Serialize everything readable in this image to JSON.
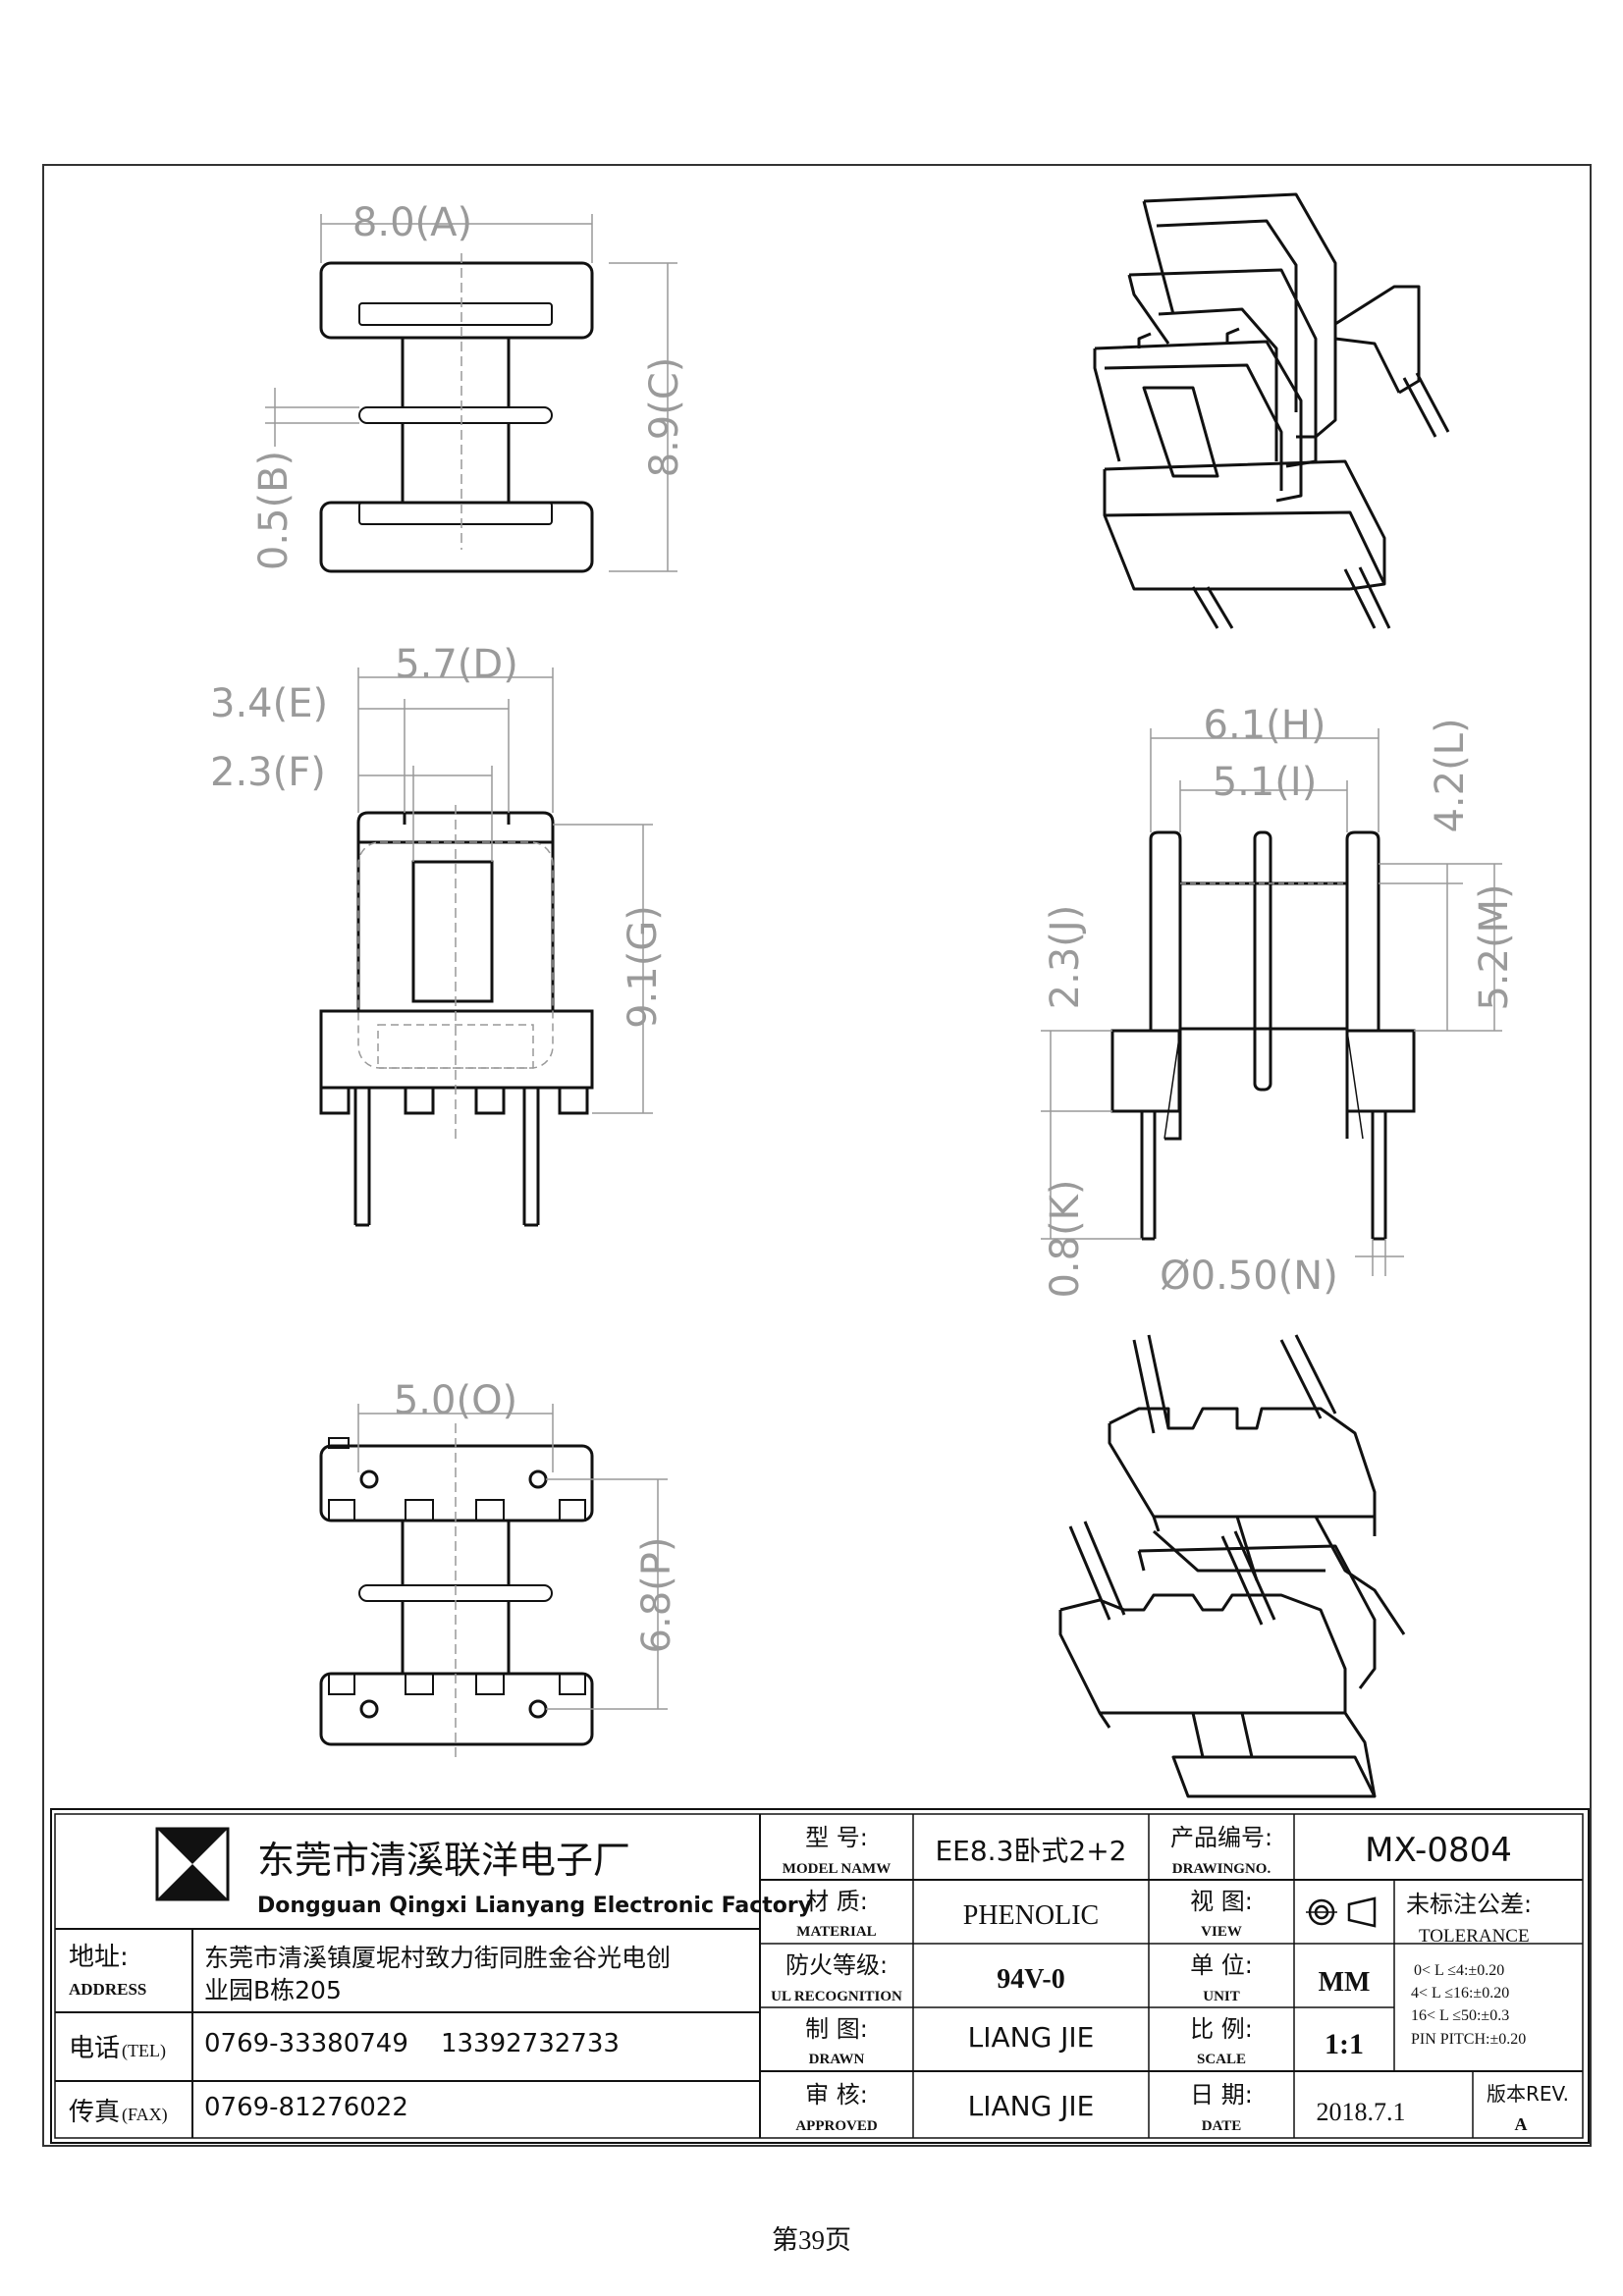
{
  "dimensions": {
    "A": "8.0(A)",
    "B": "0.5(B)",
    "C": "8.9(C)",
    "D": "5.7(D)",
    "E": "3.4(E)",
    "F": "2.3(F)",
    "G": "9.1(G)",
    "H": "6.1(H)",
    "I": "5.1(I)",
    "J": "2.3(J)",
    "K": "0.8(K)",
    "L": "4.2(L)",
    "M": "5.2(M)",
    "N": "Ø0.50(N)",
    "O": "5.0(O)",
    "P": "6.8(P)"
  },
  "title_block": {
    "company_cn": "东莞市清溪联洋电子厂",
    "company_en": "Dongguan Qingxi Lianyang Electronic Factory",
    "address_label_cn": "地址:",
    "address_label_en": "ADDRESS",
    "address_line1": "东莞市清溪镇厦坭村致力街同胜金谷光电创",
    "address_line2": "业园B栋205",
    "tel_label": "电话",
    "tel_label_en": "(TEL)",
    "tel_value": "0769-33380749    13392732733",
    "fax_label": "传真",
    "fax_label_en": "(FAX)",
    "fax_value": "0769-81276022",
    "model_label_cn": "型    号:",
    "model_label_en": "MODEL NAMW",
    "model_value": "EE8.3卧式2+2",
    "drawing_no_label_cn": "产品编号:",
    "drawing_no_label_en": "DRAWINGNO.",
    "drawing_no_value": "MX-0804",
    "material_label_cn": "材    质:",
    "material_label_en": "MATERIAL",
    "material_value": "PHENOLIC",
    "view_label_cn": "视    图:",
    "view_label_en": "VIEW",
    "tolerance_label_cn": "未标注公差:",
    "tolerance_label_en": "TOLERANCE",
    "tolerance_lines": [
      "0< L ≤4:±0.20",
      "4< L ≤16:±0.20",
      "16< L ≤50:±0.3",
      "PIN PITCH:±0.20"
    ],
    "ul_label_cn": "防火等级:",
    "ul_label_en": "UL RECOGNITION",
    "ul_value": "94V-0",
    "unit_label_cn": "单    位:",
    "unit_label_en": "UNIT",
    "unit_value": "MM",
    "drawn_label_cn": "制    图:",
    "drawn_label_en": "DRAWN",
    "drawn_value": "LIANG JIE",
    "scale_label_cn": "比    例:",
    "scale_label_en": "SCALE",
    "scale_value": "1:1",
    "approved_label_cn": "审    核:",
    "approved_label_en": "APPROVED",
    "approved_value": "LIANG JIE",
    "date_label_cn": "日    期:",
    "date_label_en": "DATE",
    "date_value": "2018.7.1",
    "rev_label": "版本REV.",
    "rev_value": "A"
  },
  "footer": {
    "page": "第39页"
  }
}
